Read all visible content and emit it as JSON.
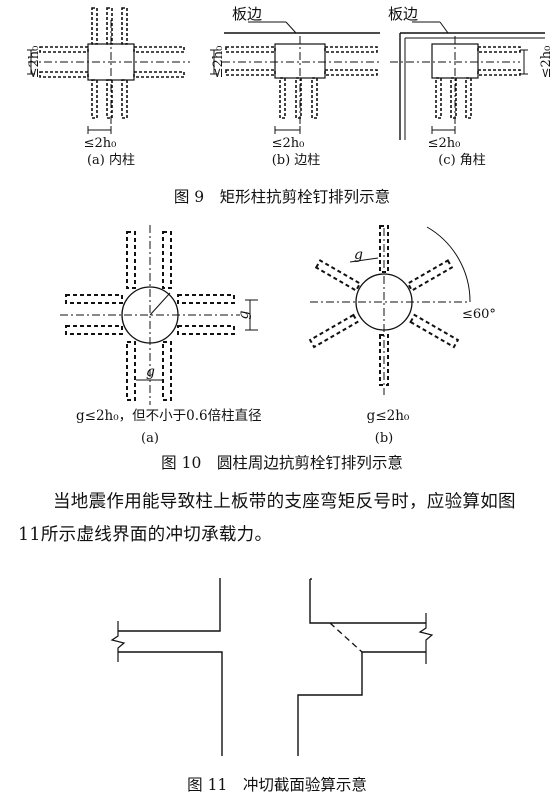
{
  "figure9": {
    "label_2h0": "≤2h₀",
    "sub_a": "(a) 内柱",
    "sub_b": "(b) 边柱",
    "sub_c": "(c) 角柱",
    "slab_edge": "板边",
    "caption": "图 9　矩形柱抗剪栓钉排列示意"
  },
  "figure10": {
    "g": "g",
    "angle": "≤60°",
    "cond_a": "g≤2h₀，但不小于0.6倍柱直径",
    "cond_b": "g≤2h₀",
    "sub_a": "(a)",
    "sub_b": "(b)",
    "caption": "图 10　圆柱周边抗剪栓钉排列示意"
  },
  "paragraph": "当地震作用能导致柱上板带的支座弯矩反号时，应验算如图11所示虚线界面的冲切承载力。",
  "figure11": {
    "caption": "图 11　冲切截面验算示意"
  }
}
